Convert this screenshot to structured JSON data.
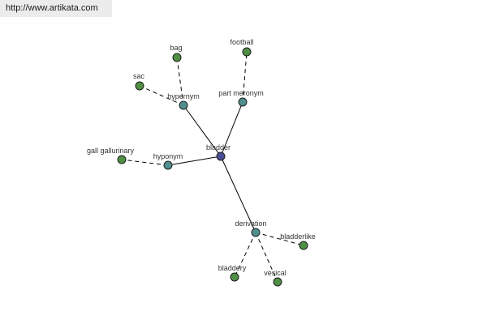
{
  "banner": {
    "url": "http://www.artikata.com"
  },
  "colors": {
    "center": "#4a4f94",
    "relation": "#4f8f8f",
    "leaf": "#4f8f44"
  },
  "graph": {
    "nodes": [
      {
        "id": "bladder",
        "label": "bladder",
        "kind": "center"
      },
      {
        "id": "hypernym",
        "label": "hypernym",
        "kind": "relation"
      },
      {
        "id": "part-meronym",
        "label": "part meronym",
        "kind": "relation"
      },
      {
        "id": "hyponym",
        "label": "hyponym",
        "kind": "relation"
      },
      {
        "id": "derivation",
        "label": "derivation",
        "kind": "relation"
      },
      {
        "id": "bag",
        "label": "bag",
        "kind": "leaf"
      },
      {
        "id": "sac",
        "label": "sac",
        "kind": "leaf"
      },
      {
        "id": "football",
        "label": "football",
        "kind": "leaf"
      },
      {
        "id": "gall-gallurinary",
        "label": "gall gallurinary",
        "kind": "leaf"
      },
      {
        "id": "bladderlike",
        "label": "bladderlike",
        "kind": "leaf"
      },
      {
        "id": "bladdery",
        "label": "bladdery",
        "kind": "leaf"
      },
      {
        "id": "vesical",
        "label": "vesical",
        "kind": "leaf"
      }
    ],
    "edges": [
      {
        "from": "bladder",
        "to": "hypernym",
        "style": "solid"
      },
      {
        "from": "bladder",
        "to": "part-meronym",
        "style": "solid"
      },
      {
        "from": "bladder",
        "to": "hyponym",
        "style": "solid"
      },
      {
        "from": "bladder",
        "to": "derivation",
        "style": "solid"
      },
      {
        "from": "hypernym",
        "to": "bag",
        "style": "dashed"
      },
      {
        "from": "hypernym",
        "to": "sac",
        "style": "dashed"
      },
      {
        "from": "part-meronym",
        "to": "football",
        "style": "dashed"
      },
      {
        "from": "hyponym",
        "to": "gall-gallurinary",
        "style": "dashed"
      },
      {
        "from": "derivation",
        "to": "bladderlike",
        "style": "dashed"
      },
      {
        "from": "derivation",
        "to": "bladdery",
        "style": "dashed"
      },
      {
        "from": "derivation",
        "to": "vesical",
        "style": "dashed"
      }
    ]
  }
}
